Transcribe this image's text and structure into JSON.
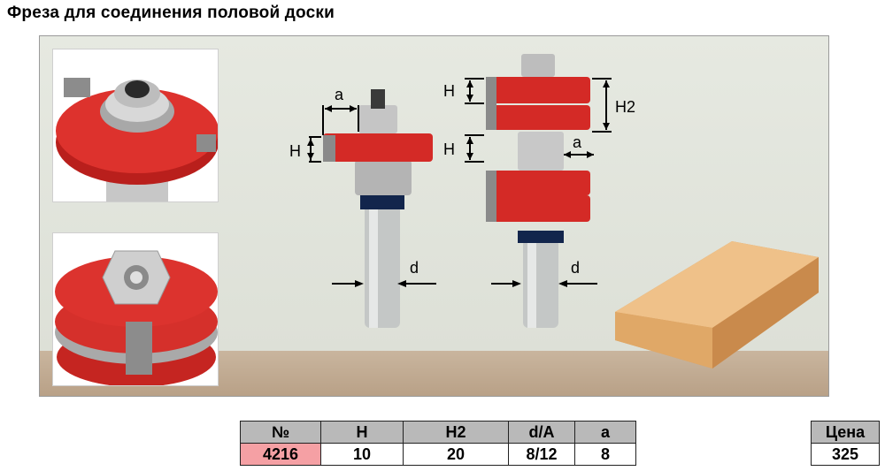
{
  "title": "Фреза для соединения половой доски",
  "diagram": {
    "label_a": "a",
    "label_h": "H",
    "label_h2": "H2",
    "label_d": "d"
  },
  "colors": {
    "cutter_red": "#d42a26",
    "wood": "#e9b375",
    "header_gray": "#b9b9b9",
    "number_pink": "#f5a0a4"
  },
  "spec_table": {
    "headers": [
      "№",
      "H",
      "H2",
      "d/A",
      "a"
    ],
    "row": [
      "4216",
      "10",
      "20",
      "8/12",
      "8"
    ]
  },
  "price_table": {
    "header": "Цена",
    "value": "325"
  }
}
